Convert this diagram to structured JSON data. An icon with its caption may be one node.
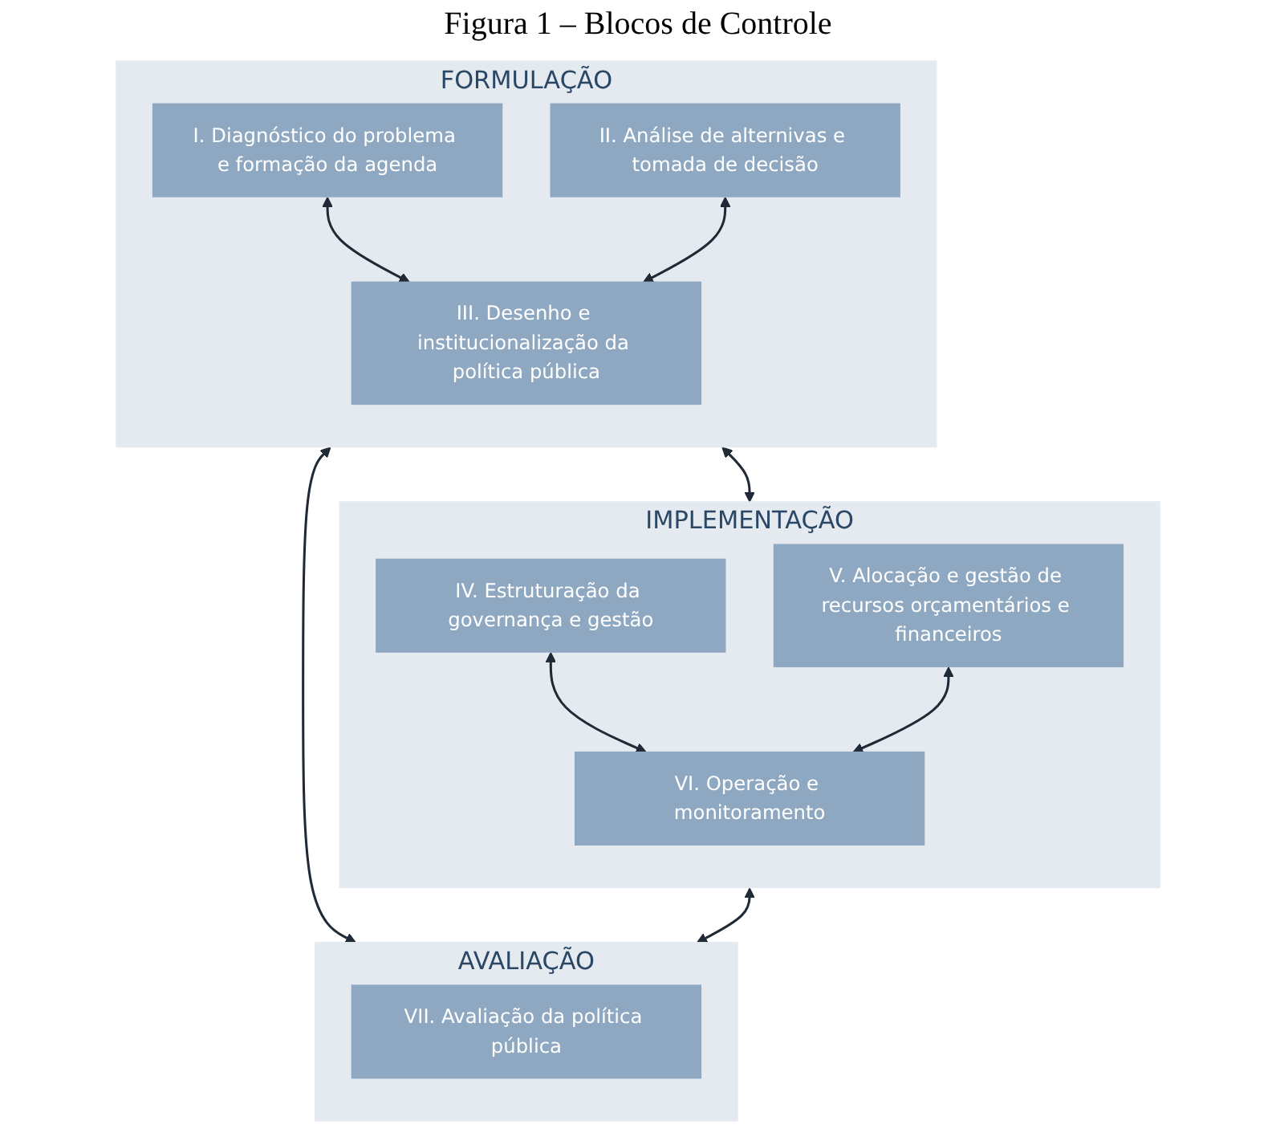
{
  "diagram": {
    "title": "Figura 1 – Blocos de Controle",
    "nodes": [
      {
        "text": [
          "FORMULAÇÃO"
        ]
      },
      {
        "text": [
          "I. Diagnóstico do problema e formação da agenda"
        ],
        "in": 0
      },
      {
        "text": [
          "II. Análise de alternivas e tomada de decisão"
        ],
        "in": 0
      },
      {
        "text": [
          "III. Desenho e institucionalização da política pública"
        ],
        "in": 0
      },
      {
        "text": [
          "AVALIAÇÃO"
        ]
      },
      {
        "text": [
          "VII. Avaliação da política pública"
        ],
        "in": 4
      },
      {
        "text": [
          "IMPLEMENTAÇÃO"
        ]
      },
      {
        "text": [
          "IV. Estruturação da governança e gestão"
        ],
        "in": 6
      },
      {
        "text": [
          "V. Alocação e gestão de recursos orçamentários e financeiros"
        ],
        "in": 6
      },
      {
        "text": [
          "VI. Operação e monitoramento"
        ],
        "in": 6
      }
    ],
    "edges": [
      {
        "from": 1,
        "to": 3,
        "arrow": "both"
      },
      {
        "from": 2,
        "to": 3,
        "arrow": "both"
      },
      {
        "from": 0,
        "to": 4,
        "arrow": "both"
      },
      {
        "from": 0,
        "to": 6,
        "arrow": "both"
      },
      {
        "from": 7,
        "to": 9,
        "arrow": "both"
      },
      {
        "from": 8,
        "to": 9,
        "arrow": "both"
      },
      {
        "from": 6,
        "to": 4,
        "arrow": "both"
      }
    ]
  }
}
